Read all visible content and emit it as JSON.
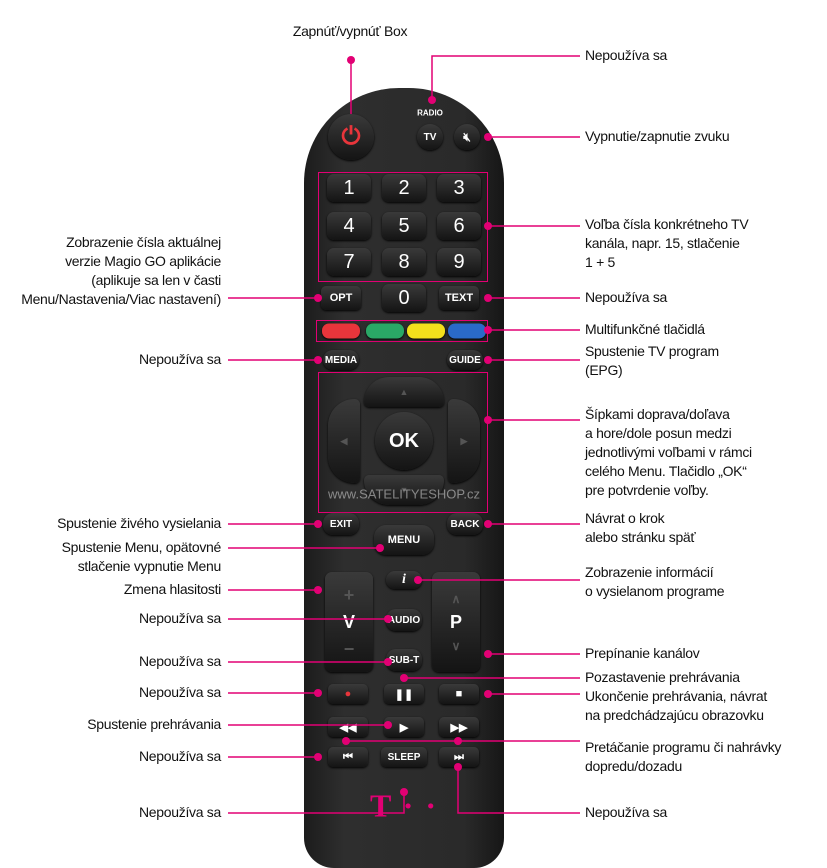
{
  "remote": {
    "power_icon": "power-icon",
    "radio": "RADIO",
    "tv": "TV",
    "mute_icon": "mute-icon",
    "digits": [
      "1",
      "2",
      "3",
      "4",
      "5",
      "6",
      "7",
      "8",
      "9",
      "0"
    ],
    "opt": "OPT",
    "text": "TEXT",
    "color_keys": [
      "#e8353b",
      "#2aa866",
      "#f2e01c",
      "#2a6ac8"
    ],
    "media": "MEDIA",
    "guide": "GUIDE",
    "ok": "OK",
    "exit": "EXIT",
    "back": "BACK",
    "menu": "MENU",
    "info": "i",
    "volume": "V",
    "program": "P",
    "audio": "AUDIO",
    "subt": "SUB-T",
    "sleep": "SLEEP",
    "playback_icons": [
      "record-icon",
      "pause-icon",
      "stop-icon",
      "rewind-icon",
      "play-icon",
      "fast-forward-icon",
      "skip-back-icon",
      "skip-forward-icon"
    ],
    "brand": "T · ·",
    "watermark": "www.SATELITYESHOP.cz"
  },
  "accent": "#e20074",
  "labels": {
    "power": "Zapnúť/vypnúť Box",
    "radio": "Nepoužíva sa",
    "mute": "Vypnutie/zapnutie zvuku",
    "digits": [
      "Voľba čísla konkrétneho TV",
      "kanála, napr. 15, stlačenie",
      "1 + 5"
    ],
    "opt": [
      "Zobrazenie čísla aktuálnej",
      "verzie Magio GO aplikácie",
      "(aplikuje sa len v časti",
      "Menu/Nastavenia/Viac nastavení)"
    ],
    "text": "Nepoužíva sa",
    "colors": "Multifunkčné tlačidlá",
    "media": "Nepoužíva sa",
    "guide": [
      "Spustenie TV program",
      "(EPG)"
    ],
    "arrows": [
      "Šípkami doprava/doľava",
      "a hore/dole posun medzi",
      "jednotlivými voľbami v rámci",
      "celého Menu. Tlačidlo „OK“",
      "pre potvrdenie voľby."
    ],
    "exit": "Spustenie živého vysielania",
    "back": [
      "Návrat o krok",
      "alebo stránku späť"
    ],
    "menu": [
      "Spustenie Menu, opätovné",
      "stlačenie vypnutie Menu"
    ],
    "volume": "Zmena hlasitosti",
    "info": [
      "Zobrazenie informácií",
      "o vysielanom programe"
    ],
    "audio": "Nepoužíva sa",
    "subt": "Nepoužíva sa",
    "program": "Prepínanie kanálov",
    "record": "Nepoužíva sa",
    "pause": "Pozastavenie prehrávania",
    "stop": [
      "Ukončenie prehrávania, návrat",
      "na predchádzajúcu obrazovku"
    ],
    "play": "Spustenie prehrávania",
    "rewind": [
      "Pretáčanie programu či nahrávky",
      "dopredu/dozadu"
    ],
    "skip_back": "Nepoužíva sa",
    "brand": "Nepoužíva sa",
    "skip_forward": "Nepoužíva sa"
  }
}
